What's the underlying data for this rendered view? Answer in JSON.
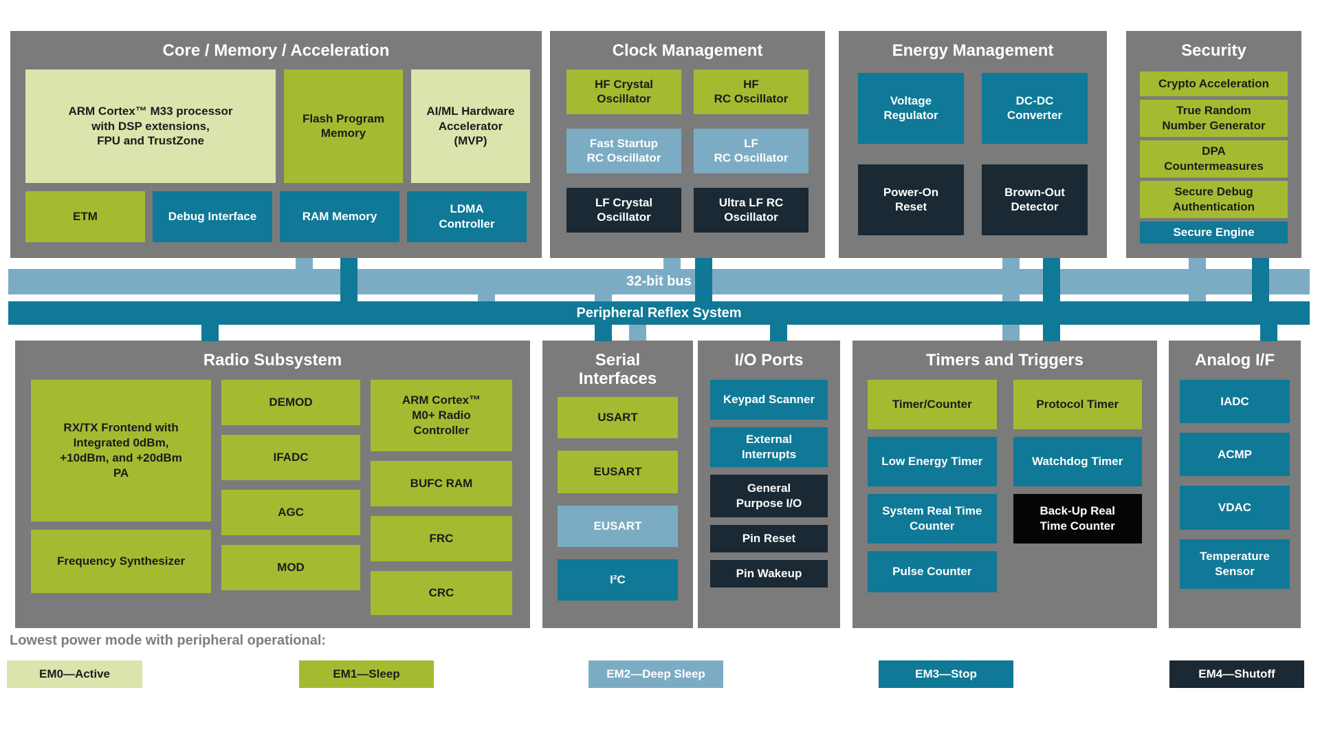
{
  "colors": {
    "em0_active": "#d9e5ad",
    "em1_sleep": "#a4bb31",
    "em2_deep_sleep": "#7cacc4",
    "em3_stop": "#0f7997",
    "em4_shutoff": "#1a2933",
    "backup_black": "#050505",
    "panel_gray": "#7b7b7b"
  },
  "buses": [
    {
      "label": "32-bit bus",
      "mode": "em2"
    },
    {
      "label": "Peripheral Reflex System",
      "mode": "em3"
    }
  ],
  "panels": {
    "core": {
      "title": "Core / Memory / Acceleration",
      "blocks": [
        {
          "label": "ARM Cortex™ M33 processor\nwith DSP extensions,\nFPU and TrustZone",
          "mode": "em0"
        },
        {
          "label": "Flash Program\nMemory",
          "mode": "em1"
        },
        {
          "label": "AI/ML Hardware\nAccelerator\n(MVP)",
          "mode": "em0"
        },
        {
          "label": "ETM",
          "mode": "em1"
        },
        {
          "label": "Debug Interface",
          "mode": "em3"
        },
        {
          "label": "RAM Memory",
          "mode": "em3"
        },
        {
          "label": "LDMA\nController",
          "mode": "em3"
        }
      ]
    },
    "clock": {
      "title": "Clock Management",
      "blocks": [
        {
          "label": "HF Crystal\nOscillator",
          "mode": "em1"
        },
        {
          "label": "HF\nRC Oscillator",
          "mode": "em1"
        },
        {
          "label": "Fast Startup\nRC Oscillator",
          "mode": "em2"
        },
        {
          "label": "LF\nRC Oscillator",
          "mode": "em2"
        },
        {
          "label": "LF Crystal\nOscillator",
          "mode": "em4"
        },
        {
          "label": "Ultra LF RC\nOscillator",
          "mode": "em4"
        }
      ]
    },
    "energy": {
      "title": "Energy Management",
      "blocks": [
        {
          "label": "Voltage\nRegulator",
          "mode": "em3"
        },
        {
          "label": "DC-DC\nConverter",
          "mode": "em3"
        },
        {
          "label": "Power-On\nReset",
          "mode": "em4"
        },
        {
          "label": "Brown-Out\nDetector",
          "mode": "em4"
        }
      ]
    },
    "security": {
      "title": "Security",
      "blocks": [
        {
          "label": "Crypto Acceleration",
          "mode": "em1"
        },
        {
          "label": "True Random\nNumber Generator",
          "mode": "em1"
        },
        {
          "label": "DPA\nCountermeasures",
          "mode": "em1"
        },
        {
          "label": "Secure Debug\nAuthentication",
          "mode": "em1"
        },
        {
          "label": "Secure Engine",
          "mode": "em3"
        }
      ]
    },
    "radio": {
      "title": "Radio Subsystem",
      "blocks": [
        {
          "label": "RX/TX Frontend with\nIntegrated 0dBm,\n+10dBm, and +20dBm\nPA",
          "mode": "em1"
        },
        {
          "label": "Frequency Synthesizer",
          "mode": "em1"
        },
        {
          "label": "DEMOD",
          "mode": "em1"
        },
        {
          "label": "IFADC",
          "mode": "em1"
        },
        {
          "label": "AGC",
          "mode": "em1"
        },
        {
          "label": "MOD",
          "mode": "em1"
        },
        {
          "label": "ARM Cortex™\nM0+ Radio\nController",
          "mode": "em1"
        },
        {
          "label": "BUFC RAM",
          "mode": "em1"
        },
        {
          "label": "FRC",
          "mode": "em1"
        },
        {
          "label": "CRC",
          "mode": "em1"
        }
      ]
    },
    "serial": {
      "title": "Serial\nInterfaces",
      "blocks": [
        {
          "label": "USART",
          "mode": "em1"
        },
        {
          "label": "EUSART",
          "mode": "em1"
        },
        {
          "label": "EUSART",
          "mode": "em2"
        },
        {
          "label": "I²C",
          "mode": "em3"
        }
      ]
    },
    "io": {
      "title": "I/O Ports",
      "blocks": [
        {
          "label": "Keypad Scanner",
          "mode": "em3"
        },
        {
          "label": "External\nInterrupts",
          "mode": "em3"
        },
        {
          "label": "General\nPurpose I/O",
          "mode": "em4"
        },
        {
          "label": "Pin Reset",
          "mode": "em4"
        },
        {
          "label": "Pin Wakeup",
          "mode": "em4"
        }
      ]
    },
    "timers": {
      "title": "Timers and Triggers",
      "blocks": [
        {
          "label": "Timer/Counter",
          "mode": "em1"
        },
        {
          "label": "Protocol Timer",
          "mode": "em1"
        },
        {
          "label": "Low Energy Timer",
          "mode": "em3"
        },
        {
          "label": "Watchdog Timer",
          "mode": "em3"
        },
        {
          "label": "System Real Time\nCounter",
          "mode": "em3"
        },
        {
          "label": "Back-Up Real\nTime Counter",
          "mode": "black"
        },
        {
          "label": "Pulse Counter",
          "mode": "em3"
        }
      ]
    },
    "analog": {
      "title": "Analog I/F",
      "blocks": [
        {
          "label": "IADC",
          "mode": "em3"
        },
        {
          "label": "ACMP",
          "mode": "em3"
        },
        {
          "label": "VDAC",
          "mode": "em3"
        },
        {
          "label": "Temperature\nSensor",
          "mode": "em3"
        }
      ]
    }
  },
  "legend": {
    "caption": "Lowest power mode with peripheral operational:",
    "items": [
      {
        "label": "EM0—Active",
        "mode": "em0"
      },
      {
        "label": "EM1—Sleep",
        "mode": "em1"
      },
      {
        "label": "EM2—Deep Sleep",
        "mode": "em2"
      },
      {
        "label": "EM3—Stop",
        "mode": "em3"
      },
      {
        "label": "EM4—Shutoff",
        "mode": "em4"
      }
    ]
  }
}
